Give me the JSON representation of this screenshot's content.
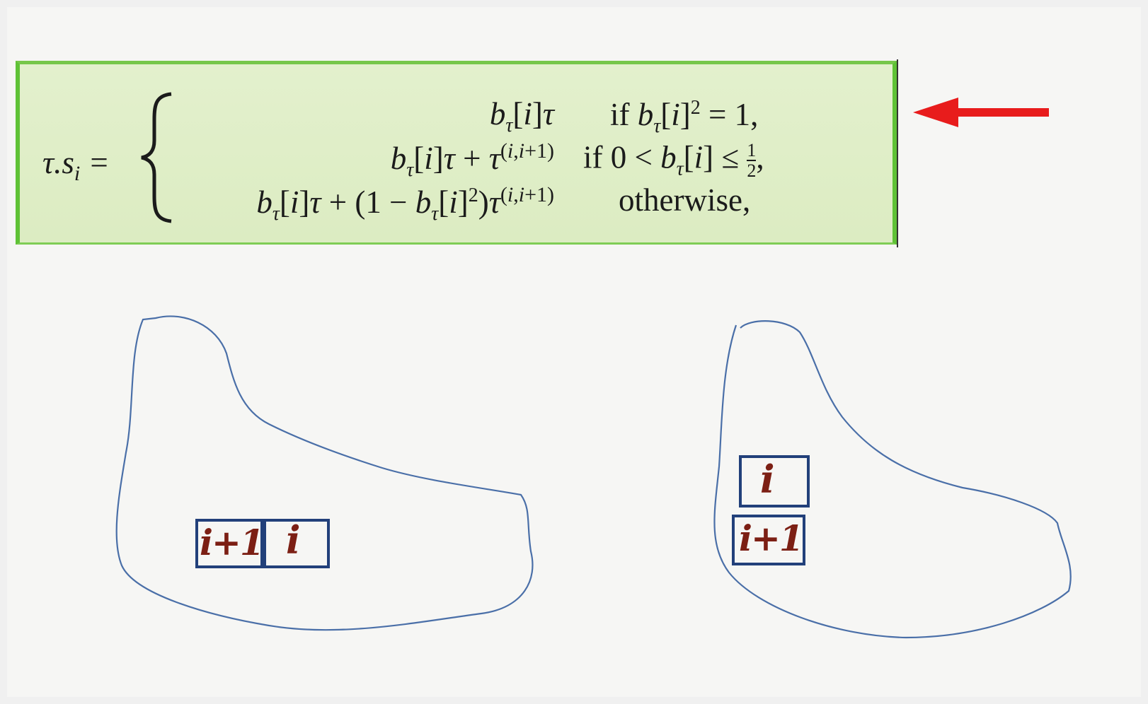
{
  "formula": {
    "lhs": "τ.s",
    "lhs_subscript": "i",
    "equals": "=",
    "cases": [
      {
        "expression": "b_τ[i]τ",
        "condition": "if b_τ[i]² = 1,"
      },
      {
        "expression": "b_τ[i]τ + τ^(i,i+1)",
        "condition": "if 0 < b_τ[i] ≤ ½,"
      },
      {
        "expression": "b_τ[i]τ + (1 − b_τ[i]²)τ^(i,i+1)",
        "condition": "otherwise,"
      }
    ]
  },
  "drawings": {
    "left": {
      "cells": [
        "i+1",
        "i"
      ],
      "arrangement": "horizontal"
    },
    "right": {
      "cells": [
        "i",
        "i+1"
      ],
      "arrangement": "vertical"
    }
  },
  "colors": {
    "highlight_fill": "#dcecc2",
    "highlight_border": "#5fc236",
    "arrow": "#e81c1c",
    "outline": "#4a6fa8",
    "box": "#22407a",
    "label": "#7c1f14"
  }
}
